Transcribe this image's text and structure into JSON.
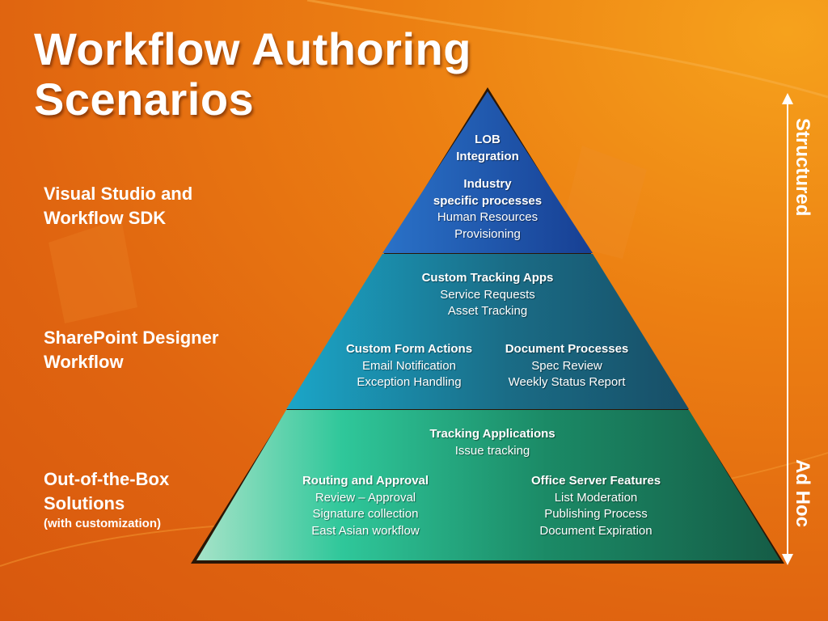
{
  "title": {
    "line1": "Workflow Authoring",
    "line2": "Scenarios"
  },
  "left_labels": {
    "top": {
      "line1": "Visual Studio and",
      "line2": "Workflow SDK"
    },
    "middle": {
      "line1": "SharePoint Designer",
      "line2": "Workflow"
    },
    "bottom": {
      "line1": "Out-of-the-Box",
      "line2": "Solutions",
      "note": "(with customization)"
    }
  },
  "pyramid": {
    "colors": {
      "top": "#1f56b0",
      "middle": "#1a7f95",
      "bottom": "#1a9e72"
    },
    "top": {
      "lob": {
        "heading": "LOB",
        "heading2": "Integration"
      },
      "industry": {
        "heading": "Industry",
        "heading2": "specific processes",
        "items": [
          "Human Resources",
          "Provisioning"
        ]
      }
    },
    "middle": {
      "tracking_apps": {
        "heading": "Custom Tracking Apps",
        "items": [
          "Service Requests",
          "Asset Tracking"
        ]
      },
      "form_actions": {
        "heading": "Custom Form Actions",
        "items": [
          "Email Notification",
          "Exception Handling"
        ]
      },
      "doc_processes": {
        "heading": "Document Processes",
        "items": [
          "Spec Review",
          "Weekly Status Report"
        ]
      }
    },
    "bottom": {
      "tracking": {
        "heading": "Tracking Applications",
        "items": [
          "Issue tracking"
        ]
      },
      "routing": {
        "heading": "Routing and Approval",
        "items": [
          "Review – Approval",
          "Signature collection",
          "East Asian workflow"
        ]
      },
      "office": {
        "heading": "Office Server Features",
        "items": [
          "List Moderation",
          "Publishing Process",
          "Document Expiration"
        ]
      }
    }
  },
  "axis": {
    "top_label": "Structured",
    "bottom_label": "Ad Hoc"
  }
}
